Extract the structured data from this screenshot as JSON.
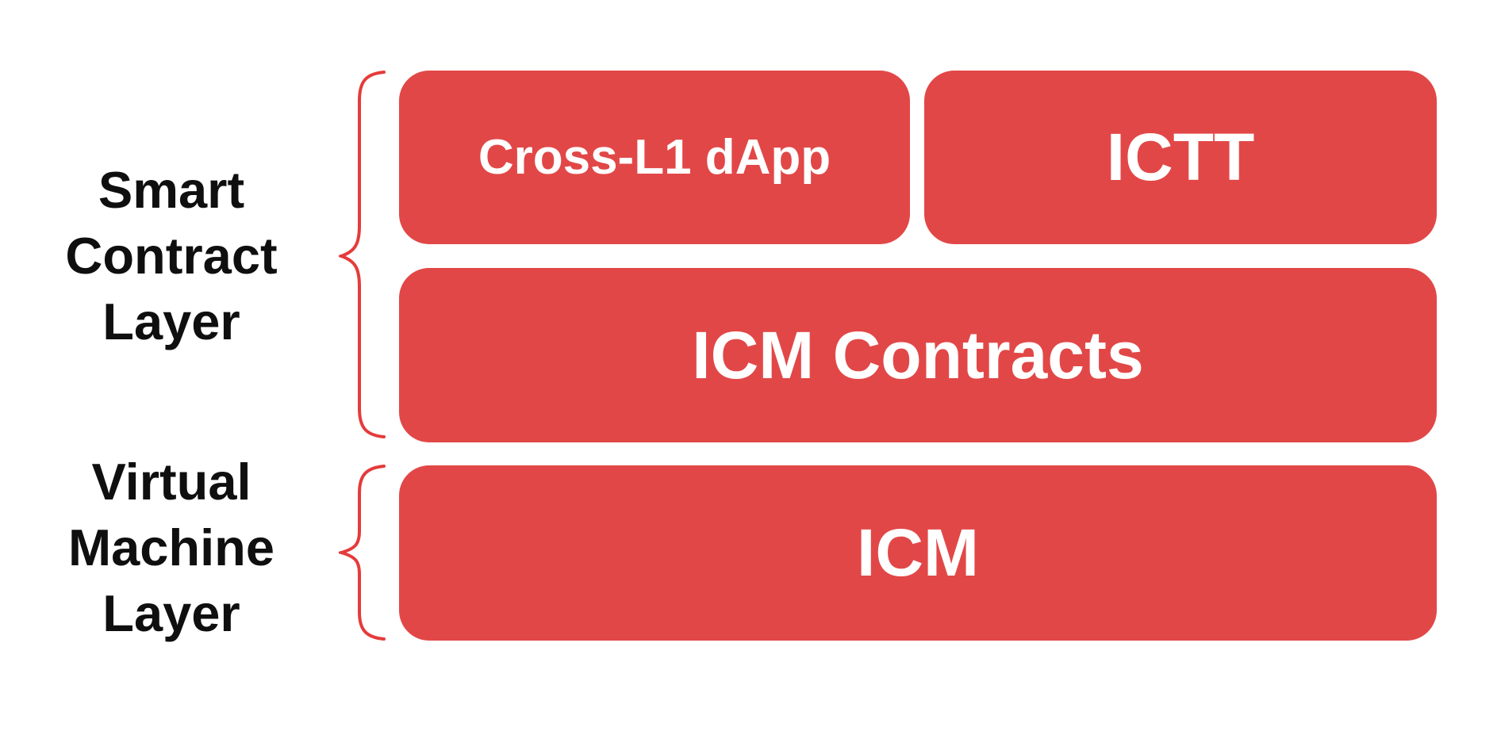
{
  "diagram": {
    "title": "ICM stack layer diagram",
    "colors": {
      "background": "#ffffff",
      "box_red": "#e24747",
      "brace_red": "#e53b3b",
      "label_black": "#0f0f0f",
      "box_text": "#ffffff"
    },
    "layers": [
      {
        "id": "smart-contract-layer",
        "label": "Smart\nContract\nLayer",
        "boxes": [
          "Cross-L1 dApp",
          "ICTT",
          "ICM Contracts"
        ]
      },
      {
        "id": "virtual-machine-layer",
        "label": "Virtual\nMachine\nLayer",
        "boxes": [
          "ICM"
        ]
      }
    ]
  }
}
